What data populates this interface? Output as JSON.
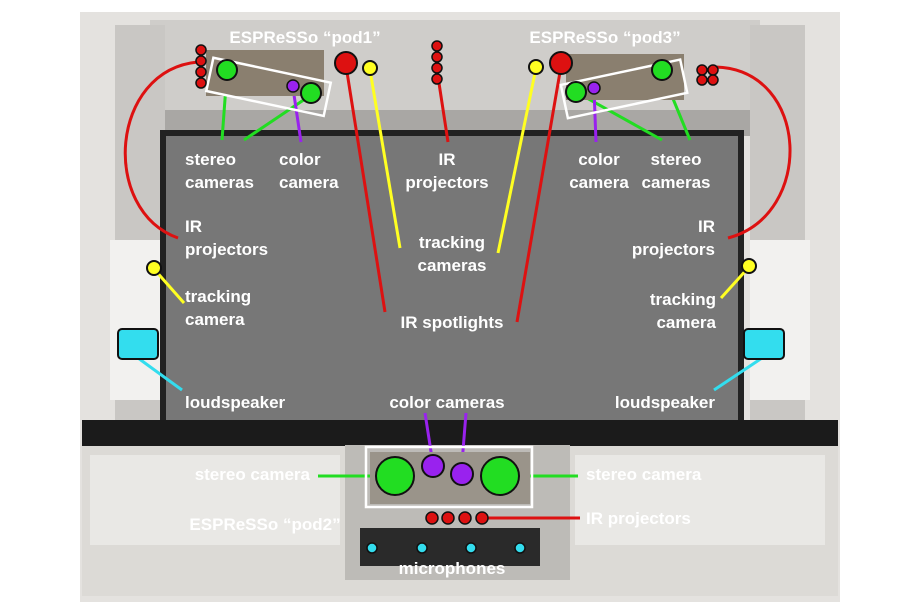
{
  "colors": {
    "stereo_camera": "#22dd22",
    "color_camera": "#9922ee",
    "ir_projector": "#dd1111",
    "ir_spotlight": "#dd1111",
    "tracking_camera": "#ffff22",
    "loudspeaker": "#33ddee",
    "microphone": "#33ddee",
    "screen": "#7a7a7a"
  },
  "pods": {
    "pod1": "ESPReSSo “pod1”",
    "pod3": "ESPReSSo “pod3”",
    "pod2": "ESPReSSo “pod2”"
  },
  "labels": {
    "stereo_cameras_left": [
      "stereo",
      "cameras"
    ],
    "color_camera_left": [
      "color",
      "camera"
    ],
    "ir_projectors_top": [
      "IR",
      "projectors"
    ],
    "color_camera_right": [
      "color",
      "camera"
    ],
    "stereo_cameras_right": [
      "stereo",
      "cameras"
    ],
    "ir_projectors_left": [
      "IR",
      "projectors"
    ],
    "ir_projectors_right": [
      "IR",
      "projectors"
    ],
    "tracking_cameras_center": [
      "tracking",
      "cameras"
    ],
    "tracking_camera_left": [
      "tracking",
      "camera"
    ],
    "tracking_camera_right": [
      "tracking",
      "camera"
    ],
    "ir_spotlights": "IR spotlights",
    "loudspeaker_left": "loudspeaker",
    "loudspeaker_right": "loudspeaker",
    "color_cameras_bottom": "color cameras",
    "stereo_camera_left": "stereo camera",
    "stereo_camera_right": "stereo camera",
    "ir_projectors_bottom": "IR projectors",
    "microphones": "microphones"
  }
}
